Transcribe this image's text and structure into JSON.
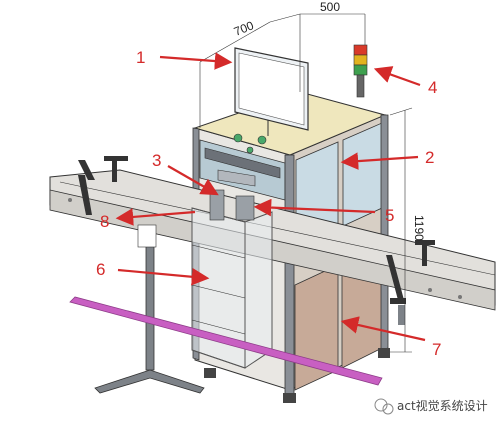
{
  "dimensions": {
    "depth": "700",
    "width": "500",
    "height": "1190"
  },
  "callouts": {
    "c1": "1",
    "c2": "2",
    "c3": "3",
    "c4": "4",
    "c5": "5",
    "c6": "6",
    "c7": "7",
    "c8": "8"
  },
  "watermark": "act视觉系统设计",
  "colors": {
    "callout_red": "#d42a2a",
    "frame_gray": "#8a8f96",
    "panel_blue": "#c9dbe4",
    "top_plate": "#efe7bd",
    "conveyor_rail": "#e2e0dc",
    "purple_rail": "#c85fc2",
    "cabinet_tan": "#c7aa98"
  }
}
